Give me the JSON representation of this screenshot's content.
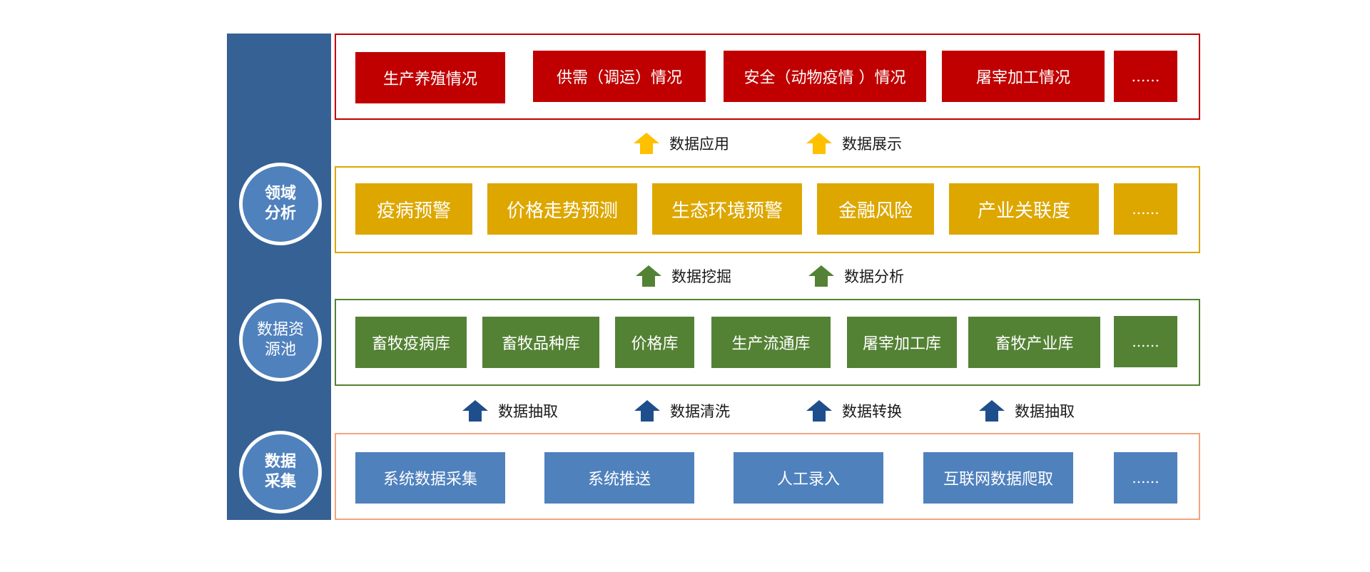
{
  "sidebar": {
    "circles": [
      {
        "label": "领域\n分析",
        "bold": true
      },
      {
        "label": "数据资\n源池",
        "bold": false
      },
      {
        "label": "数据\n采集",
        "bold": true
      }
    ]
  },
  "layers": {
    "application": {
      "border_color": "#c00000",
      "items": [
        "生产养殖情况",
        "供需（调运）情况",
        "安全（动物疫情 ）情况",
        "屠宰加工情况",
        "……"
      ]
    },
    "analysis": {
      "border_color": "#dda700",
      "items": [
        "疫病预警",
        "价格走势预测",
        "生态环境预警",
        "金融风险",
        "产业关联度",
        "......"
      ]
    },
    "resource": {
      "border_color": "#548235",
      "items": [
        "畜牧疫病库",
        "畜牧品种库",
        "价格库",
        "生产流通库",
        "屠宰加工库",
        "畜牧产业库",
        "......"
      ]
    },
    "collection": {
      "border_color": "#f4a37f",
      "items": [
        "系统数据采集",
        "系统推送",
        "人工录入",
        "互联网数据爬取",
        "......"
      ]
    }
  },
  "arrows": {
    "row1": {
      "color": "#ffc000",
      "labels": [
        "数据应用",
        "数据展示"
      ]
    },
    "row2": {
      "color": "#548235",
      "labels": [
        "数据挖掘",
        "数据分析"
      ]
    },
    "row3": {
      "color": "#1f4e8c",
      "labels": [
        "数据抽取",
        "数据清洗",
        "数据转换",
        "数据抽取"
      ]
    }
  },
  "colors": {
    "sidebar": "#356195",
    "circle": "#4f81bd",
    "red": "#c00000",
    "yellow": "#dda700",
    "green": "#548235",
    "blue": "#4f81bd"
  }
}
